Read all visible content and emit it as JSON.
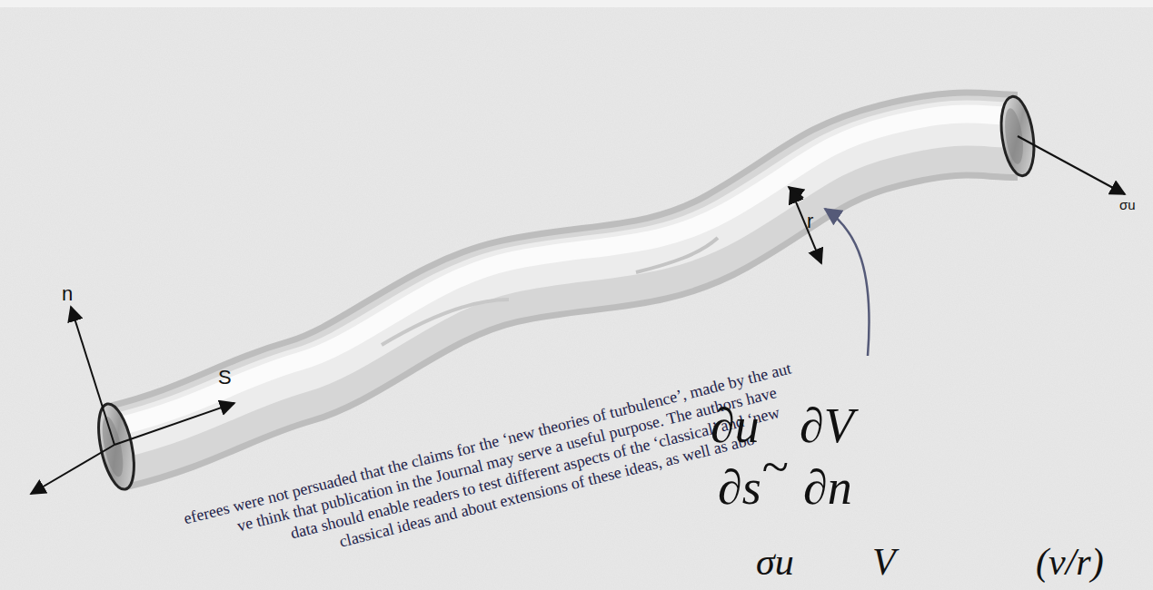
{
  "diagram": {
    "labels": [
      "n",
      "S",
      "r",
      "σu",
      "∂u",
      "∂s",
      "~",
      "∂V",
      "∂n",
      "σu",
      "V",
      "(ν/r)",
      "eferees were not persuaded that the claims for the ‘new theories of turbulence’, made by the aut",
      "ve think that publication in the Journal may serve a useful purpose. The authors have",
      "data should enable readers to test different aspects of the ‘classical’ and ‘new",
      "classical ideas and about extensions of these ideas, as well as abo"
    ]
  }
}
